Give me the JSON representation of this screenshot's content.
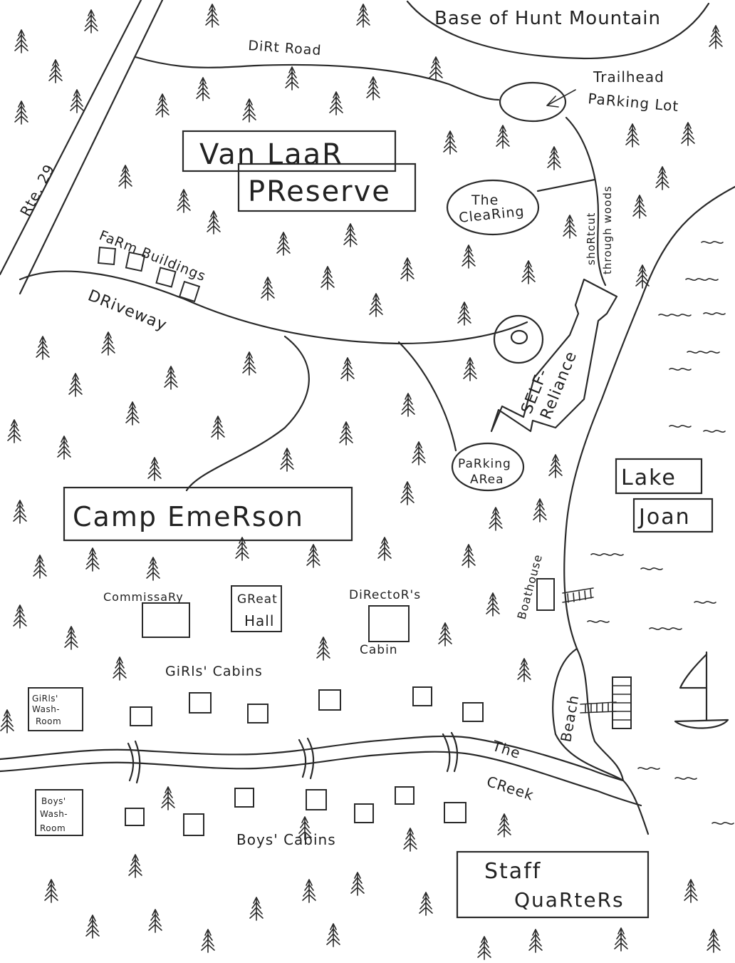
{
  "map": {
    "labels": {
      "base_of_hunt_mountain": "Base of Hunt Mountain",
      "dirt_road": "DiRt Road",
      "trailhead": "Trailhead",
      "parking_lot": "PaRking Lot",
      "rte_29": "Rte. 29",
      "van_laar": "Van LaaR",
      "preserve": "PReserve",
      "the_clearing_1": "The",
      "the_clearing_2": "CleaRing",
      "shortcut_1": "shoRtcut",
      "shortcut_2": "through woods",
      "farm_buildings": "FaRm Buildings",
      "driveway": "DRiveway",
      "self_reliance_1": "SELF-",
      "self_reliance_2": "Reliance",
      "parking_area_1": "PaRking",
      "parking_area_2": "ARea",
      "camp_emerson": "Camp EmeRson",
      "lake": "Lake",
      "joan": "Joan",
      "boathouse": "Boathouse",
      "commissary": "CommissaRy",
      "great_hall_1": "GReat",
      "great_hall_2": "Hall",
      "directors_1": "DiRectoR's",
      "directors_2": "Cabin",
      "girls_cabins": "GiRls' Cabins",
      "girls_washroom_1": "GiRls'",
      "girls_washroom_2": "Wash-",
      "girls_washroom_3": "Room",
      "beach": "Beach",
      "the_creek_1": "The",
      "the_creek_2": "CReek",
      "boys_washroom_1": "Boys'",
      "boys_washroom_2": "Wash-",
      "boys_washroom_3": "Room",
      "boys_cabins": "Boys' Cabins",
      "staff_1": "Staff",
      "staff_2": "QuaRteRs"
    }
  }
}
